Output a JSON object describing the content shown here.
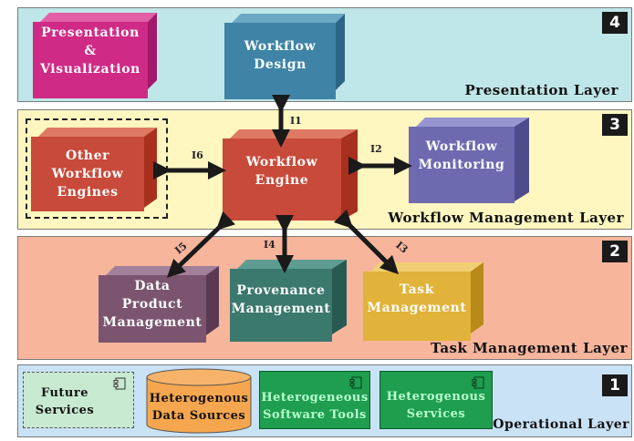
{
  "layers": {
    "presentation": {
      "title": "Presentation  Layer",
      "number": "4",
      "color": "#bfe6e8"
    },
    "workflow_management": {
      "title": "Workflow Management Layer",
      "number": "3",
      "color": "#fff6c0"
    },
    "task_management": {
      "title": "Task Management Layer",
      "number": "2",
      "color": "#f7b59c"
    },
    "operational": {
      "title": "Operational Layer",
      "number": "1",
      "color": "#c9e2f6"
    }
  },
  "boxes": {
    "presentation_visualization": {
      "label": "Presentation &\nVisualization",
      "color": "#cf2a86"
    },
    "workflow_design": {
      "label": "Workflow\nDesign",
      "color": "#3f84a6"
    },
    "other_workflow_engines": {
      "label": "Other\nWorkflow\nEngines",
      "color": "#c84a3a"
    },
    "workflow_engine": {
      "label": "Workflow\nEngine",
      "color": "#c84a3a"
    },
    "workflow_monitoring": {
      "label": "Workflow\nMonitoring",
      "color": "#6d6ab0"
    },
    "data_product_management": {
      "label": "Data Product\nManagement",
      "color": "#7b5570"
    },
    "provenance_management": {
      "label": "Provenance\nManagement",
      "color": "#3b786d"
    },
    "task_management": {
      "label": "Task\nManagement",
      "color": "#e2b33a"
    }
  },
  "operational_items": {
    "future_services": {
      "label": "Future\nServices"
    },
    "heterogenous_data_sources": {
      "label": "Heterogenous\nData Sources"
    },
    "heterogeneous_software_tools": {
      "label": "Heterogeneous\nSoftware Tools"
    },
    "heterogenous_services": {
      "label": "Heterogenous\nServices"
    }
  },
  "interfaces": {
    "i1": "I1",
    "i2": "I2",
    "i3": "I3",
    "i4": "I4",
    "i5": "I5",
    "i6": "I6"
  }
}
